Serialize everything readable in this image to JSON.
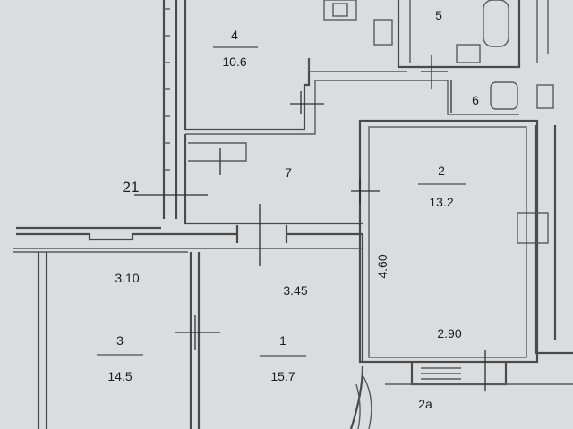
{
  "rooms": {
    "r4": {
      "number": "4",
      "area": "10.6"
    },
    "r5": {
      "number": "5"
    },
    "r6": {
      "number": "6"
    },
    "r7": {
      "number": "7"
    },
    "r2": {
      "number": "2",
      "area": "13.2"
    },
    "r3": {
      "number": "3",
      "area": "14.5"
    },
    "r1": {
      "number": "1",
      "area": "15.7"
    },
    "r2a": {
      "number": "2а"
    },
    "r21": {
      "number": "21"
    }
  },
  "dimensions": {
    "d310": "3.10",
    "d345": "3.45",
    "d460": "4.60",
    "d290": "2.90"
  }
}
